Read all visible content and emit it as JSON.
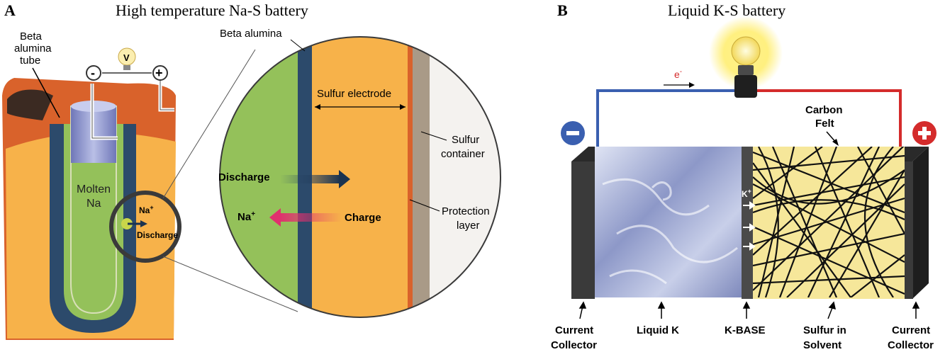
{
  "panel_a": {
    "letter": "A",
    "title": "High temperature Na-S battery",
    "labels": {
      "tube_line1": "Beta",
      "tube_line2": "alumina",
      "tube_line3": "tube",
      "voltmeter": "V",
      "minus": "-",
      "plus": "+",
      "molten_line1": "Molten",
      "molten_line2": "Na",
      "na_ion": "Na",
      "na_ion_sup": "+",
      "discharge_small": "Discharge",
      "beta_alumina": "Beta alumina",
      "sulfur_electrode": "Sulfur electrode",
      "sulfur_container_line1": "Sulfur",
      "sulfur_container_line2": "container",
      "discharge": "Discharge",
      "charge": "Charge",
      "na_left": "Na",
      "na_left_sup": "+",
      "protection_line1": "Protection",
      "protection_line2": "layer"
    }
  },
  "panel_b": {
    "letter": "B",
    "title": "Liquid K-S battery",
    "labels": {
      "electron": "e",
      "electron_sup": "-",
      "carbon_line1": "Carbon",
      "carbon_line2": "Felt",
      "k_ion": "K",
      "k_ion_sup": "+",
      "current_collector_l1": "Current",
      "current_collector_l2": "Collector",
      "liquid_k": "Liquid K",
      "k_base": "K-BASE",
      "sulfur_in_l1": "Sulfur in",
      "sulfur_in_l2": "Solvent",
      "current_collector_r1": "Current",
      "current_collector_r2": "Collector"
    }
  },
  "colors": {
    "orange": "#f7b24a",
    "copper": "#d9622b",
    "navy": "#2c4a6b",
    "green": "#94c15a",
    "pink": "#e0306e",
    "blue_wire": "#3a5fb0",
    "red_wire": "#d42b2b",
    "collector": "#3a3a3a"
  }
}
